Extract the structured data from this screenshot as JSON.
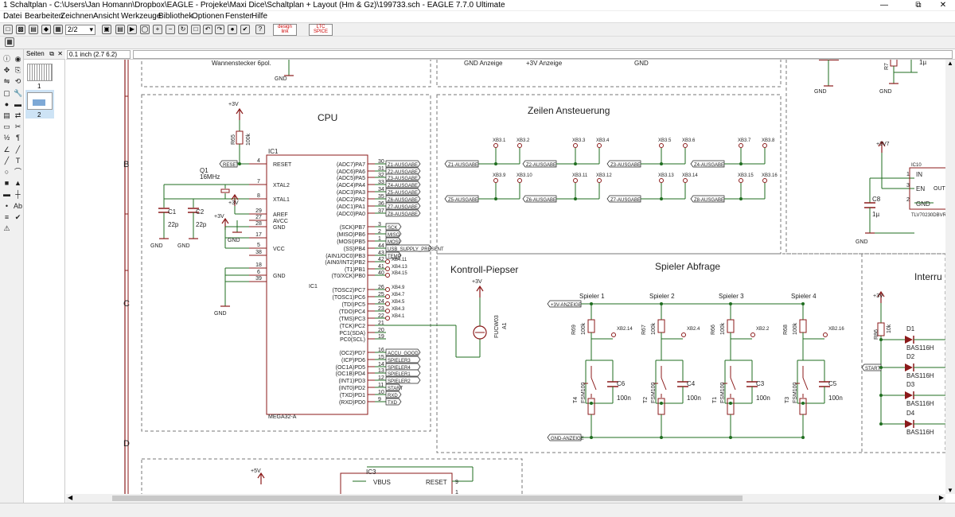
{
  "window": {
    "title": "1 Schaltplan - C:\\Users\\Jan Homann\\Dropbox\\EAGLE - Projeke\\Maxi Dice\\Schaltplan + Layout (Hm  & Gz)\\199733.sch - EAGLE 7.7.0 Ultimate"
  },
  "menu": [
    "Datei",
    "Bearbeiten",
    "Zeichnen",
    "Ansicht",
    "Werkzeuge",
    "Bibliothek",
    "Optionen",
    "Fenster",
    "Hilfe"
  ],
  "toolbar": {
    "sheet_value": "2/2",
    "design_link_label": "design link",
    "ltc_spice_label": "LTC SPICE"
  },
  "panel": {
    "title": "Seiten",
    "pages": [
      "1",
      "2"
    ]
  },
  "coord": "0.1 inch (2.7 6.2)",
  "schematic": {
    "border_rows": [
      "B",
      "C",
      "D"
    ],
    "top_texts": {
      "wannen": "Wannenstecker 6pol.",
      "gnd1": "GND",
      "gnd_anzeige": "GND Anzeige",
      "v3_anzeige": "+3V Anzeige",
      "gnd2": "GND",
      "r7": "R7",
      "one_u": "1µ",
      "gnd3": "GND",
      "gnd4": "GND"
    },
    "cpu": {
      "title": "CPU",
      "name": "IC1",
      "value": "MEGA32-A",
      "vplus": "+3V",
      "r65": "R65",
      "r65v": "100k",
      "reset_lbl": "RESET",
      "q1": "Q1",
      "q1v": "16MHz",
      "c1": "C1",
      "c1v": "22p",
      "c2": "C2",
      "c2v": "22p",
      "gnd": "GND",
      "v3b": "+3V",
      "v3c": "+3V",
      "left_pins": [
        [
          "4",
          "RESET"
        ],
        [
          "7",
          "XTAL2"
        ],
        [
          "8",
          "XTAL1"
        ],
        [
          "29",
          "AREF"
        ],
        [
          "27",
          "AVCC"
        ],
        [
          "28",
          "GND"
        ],
        [
          "17",
          ""
        ],
        [
          "5",
          "VCC"
        ],
        [
          "38",
          ""
        ],
        [
          "18",
          ""
        ],
        [
          "6",
          "GND"
        ],
        [
          "39",
          ""
        ]
      ],
      "right_pins": [
        [
          "30",
          "(ADC7)PA7",
          "Z1-AUSGABE"
        ],
        [
          "31",
          "(ADC6)PA6",
          "Z2-AUSGABE"
        ],
        [
          "32",
          "(ADC5)PA5",
          "Z3-AUSGABE"
        ],
        [
          "33",
          "(ADC4)PA4",
          "Z4-AUSGABE"
        ],
        [
          "34",
          "(ADC3)PA3",
          "Z5-AUSGABE"
        ],
        [
          "35",
          "(ADC2)PA2",
          "Z6-AUSGABE"
        ],
        [
          "36",
          "(ADC1)PA1",
          "Z7-AUSGABE"
        ],
        [
          "37",
          "(ADC0)PA0",
          "Z8-AUSGABE"
        ],
        [
          "3",
          "(SCK)PB7",
          "SCK"
        ],
        [
          "2",
          "(MISO)PB6",
          "MISO"
        ],
        [
          "1",
          "(MOSI)PB5",
          "MOSI"
        ],
        [
          "44",
          "(SS)PB4",
          "USB_SUPPLY_PRESENT"
        ],
        [
          "43",
          "(AIN1/OC0)PB3",
          "TEMP"
        ],
        [
          "42",
          "(AIN0/INT2)PB2",
          "XB4.11"
        ],
        [
          "41",
          "(T1)PB1",
          "XB4.13"
        ],
        [
          "40",
          "(T0/XCK)PB0",
          "XB4.15"
        ],
        [
          "26",
          "(TOSC2)PC7",
          "XB4.9"
        ],
        [
          "25",
          "(TOSC1)PC6",
          "XB4.7"
        ],
        [
          "24",
          "(TDI)PC5",
          "XB4.5"
        ],
        [
          "23",
          "(TDO)PC4",
          "XB4.3"
        ],
        [
          "22",
          "(TMS)PC3",
          "XB4.1"
        ],
        [
          "21",
          "(TCK)PC2",
          ""
        ],
        [
          "20",
          "PC1(SDA)",
          ""
        ],
        [
          "19",
          "PC0(SCL)",
          ""
        ],
        [
          "16",
          "(OC2)PD7",
          "ACCU_GOOD"
        ],
        [
          "15",
          "(ICP)PD6",
          "SPIELER3"
        ],
        [
          "14",
          "(OC1A)PD5",
          "SPIELER4"
        ],
        [
          "13",
          "(OC1B)PD4",
          "SPIELER1"
        ],
        [
          "12",
          "(INT1)PD3",
          "SPIELER2"
        ],
        [
          "11",
          "(INT0)PD2",
          "START"
        ],
        [
          "10",
          "(TXD)PD1",
          "RXD"
        ],
        [
          "9",
          "(RXD)PD0",
          "TXD"
        ]
      ]
    },
    "zeilen": {
      "title": "Zeilen Ansteuerung",
      "tops": [
        "XB3.1",
        "XB3.2",
        "XB3.3",
        "XB3.4",
        "XB3.5",
        "XB3.6",
        "XB3.7",
        "XB3.8"
      ],
      "bots": [
        "XB3.9",
        "XB3.10",
        "XB3.11",
        "XB3.12",
        "XB3.13",
        "XB3.14",
        "XB3.15",
        "XB3.16"
      ],
      "labels_top": [
        "Z1-AUSGABE",
        "Z2-AUSGABE",
        "Z3-AUSGABE",
        "Z4-AUSGABE"
      ],
      "labels_bot": [
        "Z5-AUSGABE",
        "Z6-AUSGABE",
        "Z7-AUSGABE",
        "Z8-AUSGABE"
      ]
    },
    "ldo": {
      "v": "+3V7",
      "ic": "IC10",
      "in": "IN",
      "en": "EN",
      "out": "OUT",
      "gnd": "GND",
      "c8": "C8",
      "c8v": "1µ",
      "part": "TLV70230DBVR",
      "gnd2": "GND",
      "p1": "1",
      "p3": "3",
      "p2": "2"
    },
    "piepser": {
      "title": "Kontroll-Piepser",
      "v": "+3V",
      "part": "FUCW03",
      "ref": "A1"
    },
    "spieler": {
      "title": "Spieler Abfrage",
      "v_label": "+3V-ANZEIGE",
      "gnd_label": "GND-ANZEIGE",
      "players": [
        {
          "name": "Spieler 1",
          "r": "R69",
          "rv": "100k",
          "xb": "XB2.14",
          "c": "C6",
          "cv": "100n",
          "t": "T4",
          "tv": "FSM100"
        },
        {
          "name": "Spieler 2",
          "r": "R67",
          "rv": "100k",
          "xb": "XB2.4",
          "c": "C4",
          "cv": "100n",
          "t": "T2",
          "tv": "FSM100"
        },
        {
          "name": "Spieler 3",
          "r": "R66",
          "rv": "100k",
          "xb": "XB2.2",
          "c": "C3",
          "cv": "100n",
          "t": "T1",
          "tv": "FSM100"
        },
        {
          "name": "Spieler 4",
          "r": "R68",
          "rv": "100k",
          "xb": "XB2.16",
          "c": "C5",
          "cv": "100n",
          "t": "T3",
          "tv": "FSM100"
        }
      ]
    },
    "interrupt": {
      "title": "Interru",
      "v": "+3V",
      "r": "R86",
      "rv": "10k",
      "start": "START",
      "diodes": [
        [
          "D1",
          "BAS116H"
        ],
        [
          "D2",
          "BAS116H"
        ],
        [
          "D3",
          "BAS116H"
        ],
        [
          "D4",
          "BAS116H"
        ]
      ]
    },
    "usb": {
      "v": "+5V",
      "ic": "IC3",
      "vbus": "VBUS",
      "reset": "RESET",
      "p9": "9",
      "p1": "1"
    }
  },
  "colors": {
    "wire": "#1f6e1f",
    "symbol": "#8b1a1a",
    "frame": "#8b1a1a",
    "dash": "#777777",
    "text": "#222222"
  }
}
